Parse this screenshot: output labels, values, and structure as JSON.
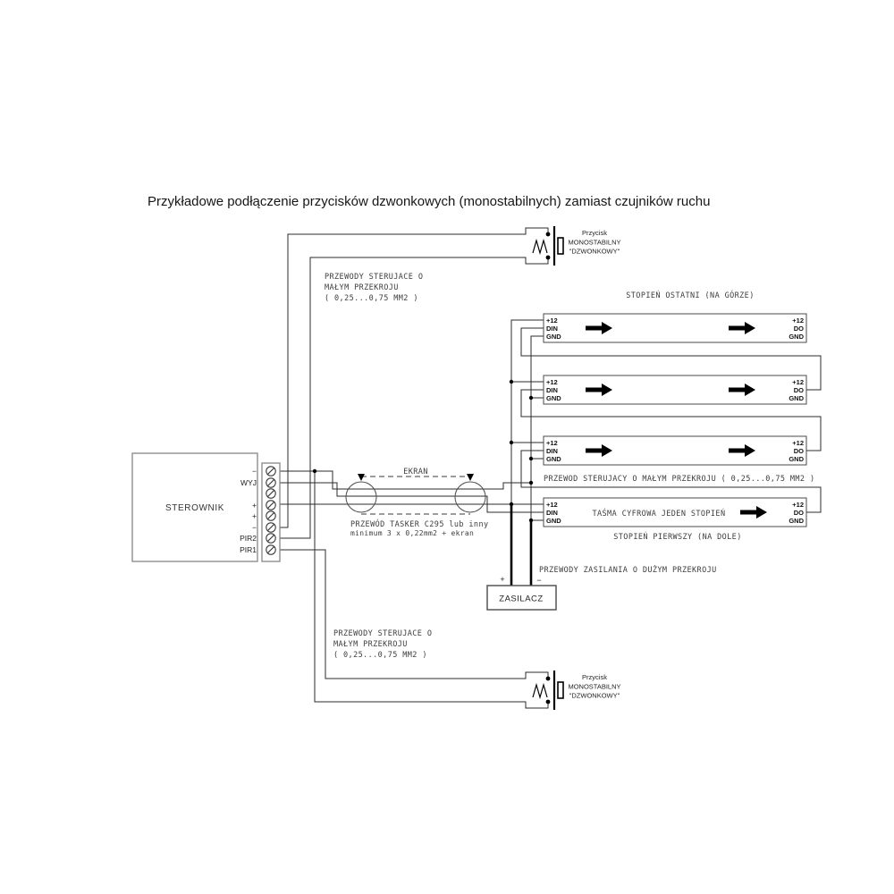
{
  "title": "Przykładowe podłączenie przycisków dzwonkowych (monostabilnych) zamiast czujników ruchu",
  "controller": {
    "label": "STEROWNIK",
    "terminals": [
      "−",
      "WYJ",
      "",
      "+",
      "+",
      "−",
      "PIR2",
      "PIR1"
    ]
  },
  "button": {
    "line1": "Przycisk",
    "line2": "MONOSTABILNY",
    "line3": "\"DZWONKOWY\""
  },
  "strips": {
    "left_pins": [
      "+12",
      "DIN",
      "GND"
    ],
    "right_pins": [
      "+12",
      "DO",
      "GND"
    ],
    "top_caption": "STOPIEŃ OSTATNI (NA GÓRZE)",
    "bottom_caption": "STOPIEŃ PIERWSZY (NA DOLE)",
    "strip4_label": "TAŚMA CYFROWA JEDEN STOPIEŃ"
  },
  "notes": {
    "control_top": [
      "PRZEWODY STERUJACE O",
      "MAŁYM PRZEKROJU",
      "( 0,25...0,75 MM2 )"
    ],
    "control_bottom": [
      "PRZEWODY STERUJACE O",
      "MAŁYM PRZEKROJU",
      "( 0,25...0,75 MM2 )"
    ],
    "control_right": "PRZEWOD STERUJACY O MAŁYM PRZEKROJU ( 0,25...0,75 MM2 )",
    "power": "PRZEWODY ZASILANIA O DUŻYM PRZEKROJU",
    "cable": [
      "PRZEWÓD TASKER C295 lub inny",
      "minimum 3 x 0,22mm2 + ekran"
    ],
    "shield": "EKRAN"
  },
  "psu": {
    "label": "ZASILACZ",
    "plus": "+",
    "minus": "−"
  }
}
